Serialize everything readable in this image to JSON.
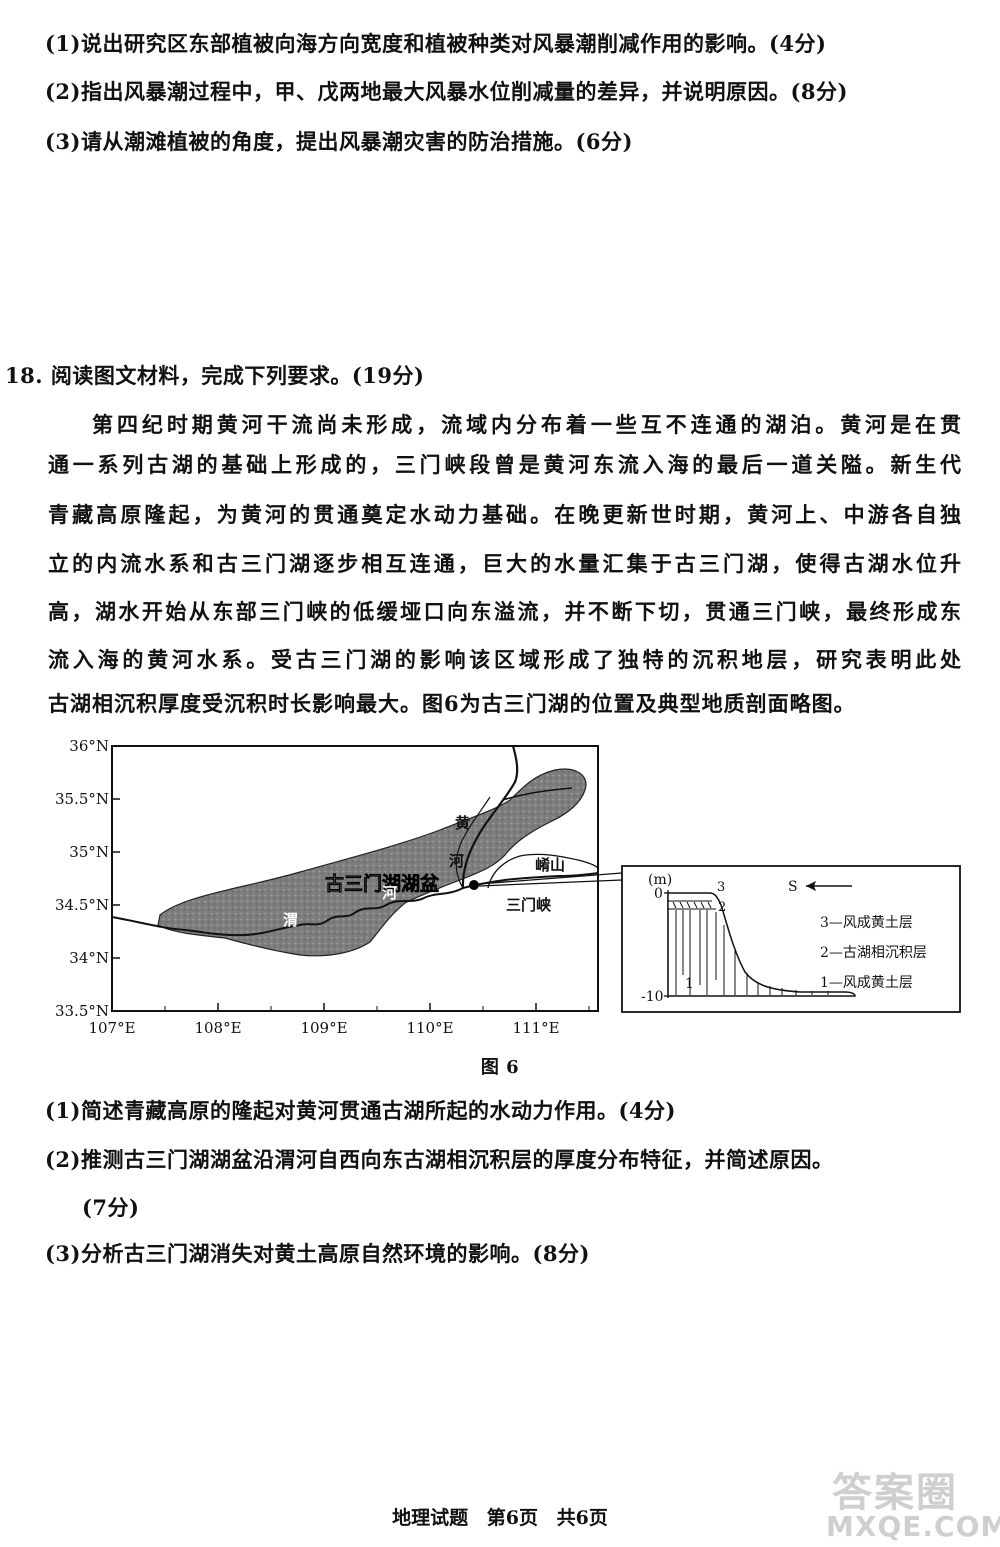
{
  "q17_parts": [
    {
      "text": "(1)说出研究区东部植被向海方向宽度和植被种类对风暴潮削减作用的影响。(4分)"
    },
    {
      "text": "(2)指出风暴潮过程中，甲、戊两地最大风暴水位削减量的差异，并说明原因。(8分)"
    },
    {
      "text": "(3)请从潮滩植被的角度，提出风暴潮灾害的防治措施。(6分)"
    }
  ],
  "q18": {
    "heading": "18. 阅读图文材料，完成下列要求。(19分)",
    "passage_lines": [
      "第四纪时期黄河干流尚未形成，流域内分布着一些互不连通的湖泊。黄河是在贯",
      "通一系列古湖的基础上形成的，三门峡段曾是黄河东流入海的最后一道关隘。新生代",
      "青藏高原隆起，为黄河的贯通奠定水动力基础。在晚更新世时期，黄河上、中游各自独",
      "立的内流水系和古三门湖逐步相互连通，巨大的水量汇集于古三门湖，使得古湖水位升",
      "高，湖水开始从东部三门峡的低缓垭口向东溢流，并不断下切，贯通三门峡，最终形成东",
      "流入海的黄河水系。受古三门湖的影响该区域形成了独特的沉积地层，研究表明此处",
      "古湖相沉积厚度受沉积时长影响最大。图6为古三门湖的位置及典型地质剖面略图。"
    ],
    "figure": {
      "caption": "图 6",
      "lat_labels": [
        "36°N",
        "35.5°N",
        "35°N",
        "34.5°N",
        "34°N",
        "33.5°N"
      ],
      "lon_labels": [
        "107°E",
        "108°E",
        "109°E",
        "110°E",
        "111°E"
      ],
      "map_labels": {
        "basin": "古三门湖湖盆",
        "huang": "黄",
        "he": "河",
        "wei": "渭",
        "he2": "河",
        "xiaoshan": "崤山",
        "sanmenxia": "三门峡"
      },
      "profile": {
        "unit": "(m)",
        "y_top": "0",
        "y_bottom": "-10",
        "direction": "S",
        "layer_nums": {
          "n3": "3",
          "n2": "2",
          "n1": "1"
        },
        "legend": [
          "3—风成黄土层",
          "2—古湖相沉积层",
          "1—风成黄土层"
        ]
      }
    },
    "parts": [
      {
        "text": "(1)简述青藏高原的隆起对黄河贯通古湖所起的水动力作用。(4分)"
      },
      {
        "text": "(2)推测古三门湖湖盆沿渭河自西向东古湖相沉积层的厚度分布特征，并简述原因。"
      },
      {
        "text": "(7分)"
      },
      {
        "text": "(3)分析古三门湖消失对黄土高原自然环境的影响。(8分)"
      }
    ]
  },
  "footer": "地理试题 第6页 共6页",
  "watermark": {
    "logo": "答案圈",
    "site": "MXQE.COM"
  }
}
